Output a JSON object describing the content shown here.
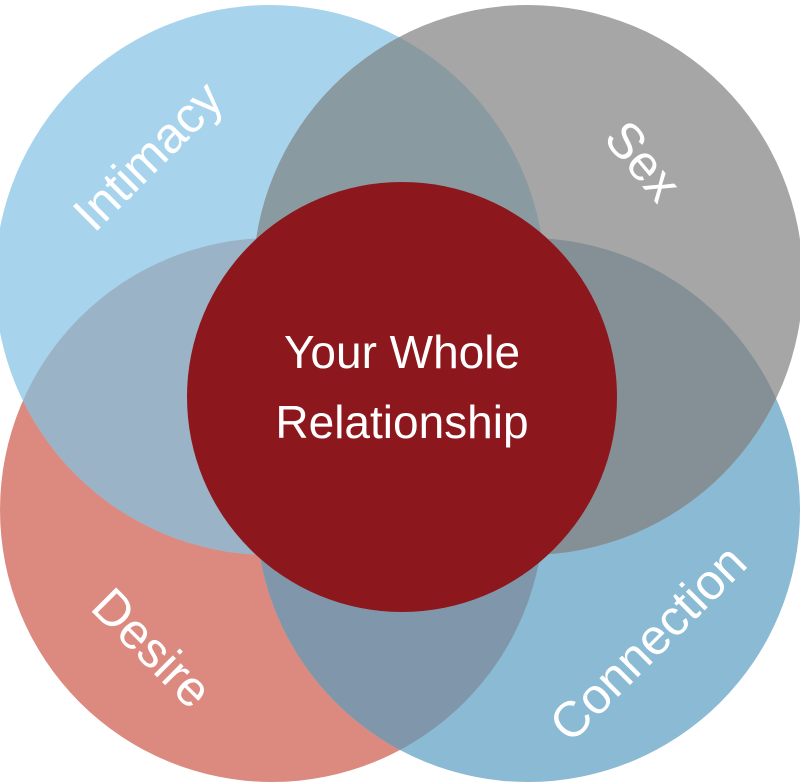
{
  "diagram": {
    "center_label": [
      "Your Whole",
      "Relationship"
    ],
    "circles": [
      {
        "id": "intimacy",
        "label": "Intimacy",
        "color": "#a7d4ec"
      },
      {
        "id": "sex",
        "label": "Sex",
        "color": "#a6a6a6"
      },
      {
        "id": "desire",
        "label": "Desire",
        "color": "#dc8a80"
      },
      {
        "id": "connection",
        "label": "Connection",
        "color": "#8bbad4"
      }
    ],
    "overlap_colors": {
      "intimacy_sex": "#8a9aa1",
      "intimacy_desire": "#9bb3c7",
      "sex_connection": "#858f96",
      "desire_connection": "#8097ab"
    },
    "center_color": "#8c181d"
  }
}
